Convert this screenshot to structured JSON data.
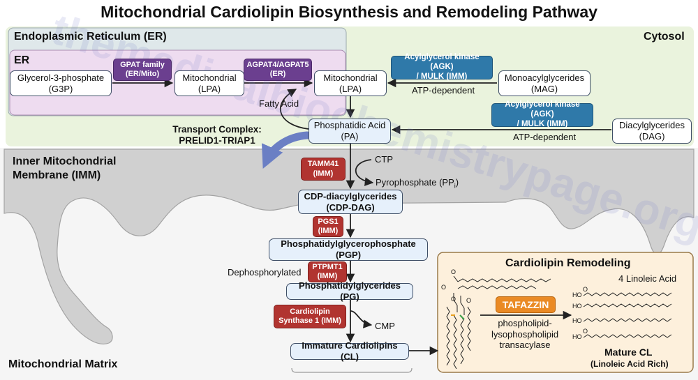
{
  "title": "Mitochondrial Cardiolipin Biosynthesis and Remodeling Pathway",
  "regions": {
    "er_outer": "Endoplasmic Reticulum (ER)",
    "er_inner": "ER",
    "cytosol": "Cytosol",
    "imm": "Inner Mitochondrial Membrane (IMM)",
    "matrix": "Mitochondrial Matrix"
  },
  "nodes": {
    "g3p": [
      "Glycerol-3-phosphate",
      "(G3P)"
    ],
    "lpa1": [
      "Mitochondrial",
      "(LPA)"
    ],
    "lpa2": [
      "Mitochondrial",
      "(LPA)"
    ],
    "mag": [
      "Monoacylglycerides",
      "(MAG)"
    ],
    "pa": [
      "Phosphatidic Acid",
      "(PA)"
    ],
    "dag": [
      "Diacylglycerides",
      "(DAG)"
    ],
    "cdpdag": [
      "CDP-diacylglycerides",
      "(CDP-DAG)"
    ],
    "pgp": "Phosphatidylglycerophosphate (PGP)",
    "pg": "Phosphatidylglycerides (PG)",
    "cl": "Immature Cardiolipins (CL)"
  },
  "enzymes": {
    "gpat": [
      "GPAT family",
      "(ER/Mito)"
    ],
    "agpat": [
      "AGPAT4/AGPAT5",
      "(ER)"
    ],
    "agk1": [
      "Acylglycerol kinase (AGK)",
      "/ MULK (IMM)"
    ],
    "agk2": [
      "Acylglycerol kinase (AGK)",
      "/ MULK (IMM)"
    ],
    "tamm41": [
      "TAMM41",
      "(IMM)"
    ],
    "pgs1": [
      "PGS1",
      "(IMM)"
    ],
    "ptpmt1": [
      "PTPMT1",
      "(IMM)"
    ],
    "crls1": [
      "Cardiolipin",
      "Synthase 1 (IMM)"
    ],
    "tafazzin": "TAFAZZIN"
  },
  "labels": {
    "fatty_acid": "Fatty Acid",
    "atp1": "ATP-dependent",
    "atp2": "ATP-dependent",
    "transport_line1": "Transport Complex:",
    "transport_line2": "PRELID1-TRIAP1",
    "ctp": "CTP",
    "ppi_main": "Pyrophosphate (PP",
    "ppi_sub": "i",
    "ppi_close": ")",
    "dephos": "Dephosphorylated",
    "cmp": "CMP"
  },
  "remodeling": {
    "title": "Cardiolipin Remodeling",
    "linoleic": "4 Linoleic Acid",
    "transacylase": [
      "phospholipid-",
      "lysophospholipid",
      "transacylase"
    ],
    "mature_title": "Mature CL",
    "mature_sub": "(Linoleic Acid Rich)",
    "atom_o": "O",
    "atom_ho": "HO"
  },
  "watermark": "themedicalbiochemistrypage.org",
  "colors": {
    "cytosol": "#eaf3dd",
    "er_outer": "#dfe8ea",
    "er_inner": "#eedcf0",
    "membrane": "#d0d0d0",
    "remodel_bg": "#fdf0dc",
    "remodel_border": "#9a7a4a",
    "arrow": "#222222",
    "transport_arrow": "#6b7fc4"
  }
}
